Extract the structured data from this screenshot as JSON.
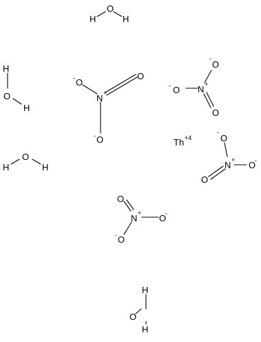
{
  "structure": {
    "waters": [
      {
        "atoms": [
          "H",
          "O",
          "H"
        ]
      },
      {
        "atoms": [
          "H",
          "O",
          "H"
        ]
      },
      {
        "atoms": [
          "H",
          "O",
          "H"
        ]
      },
      {
        "atoms": [
          "H",
          "O",
          "H"
        ]
      }
    ],
    "nitrates": [
      {
        "N": "N",
        "N_charge": "+",
        "O_single_neg": [
          "O",
          "O"
        ],
        "neg_charge": "-",
        "O_double": "O"
      },
      {
        "N": "N",
        "N_charge": "+",
        "O_single_neg": [
          "O",
          "O"
        ],
        "neg_charge": "-",
        "O_double": "O"
      },
      {
        "N": "N",
        "N_charge": "+",
        "O_single_neg": [
          "O",
          "O"
        ],
        "neg_charge": "-",
        "O_double": "O"
      },
      {
        "N": "N",
        "N_charge": "+",
        "O_single_neg": [
          "O",
          "O"
        ],
        "neg_charge": "-",
        "O_double": "O"
      }
    ],
    "metal": {
      "symbol": "Th",
      "charge": "+4"
    }
  }
}
